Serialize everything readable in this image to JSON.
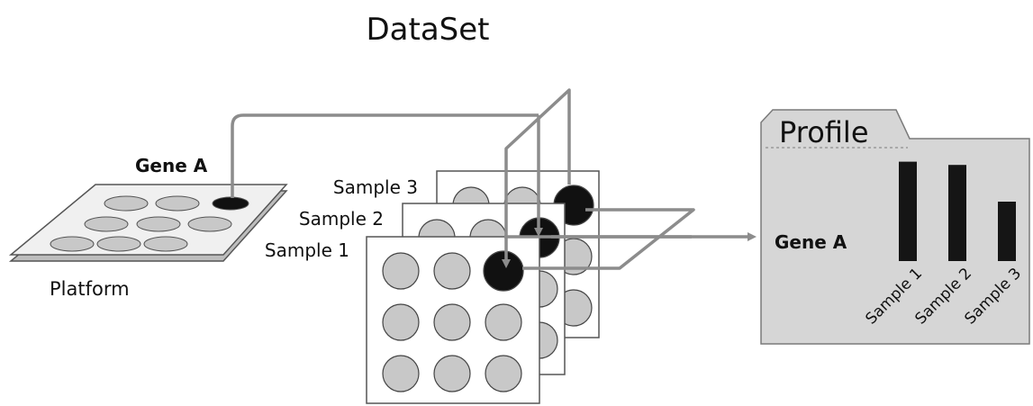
{
  "title": "DataSet",
  "platform": {
    "label": "Platform",
    "gene_label": "Gene A"
  },
  "samples": [
    {
      "label": "Sample 1"
    },
    {
      "label": "Sample 2"
    },
    {
      "label": "Sample 3"
    }
  ],
  "profile": {
    "tab_label": "Profile",
    "gene_label": "Gene A",
    "bars": [
      {
        "sample": "Sample 1",
        "level": 0.92
      },
      {
        "sample": "Sample 2",
        "level": 0.89
      },
      {
        "sample": "Sample 3",
        "level": 0.55
      }
    ]
  },
  "colors": {
    "spot_fill": "#c8c8c8",
    "highlight_spot": "#111111",
    "arrow": "#8c8c8c",
    "folder_fill": "#d6d6d6",
    "bar_fill": "#151515"
  }
}
